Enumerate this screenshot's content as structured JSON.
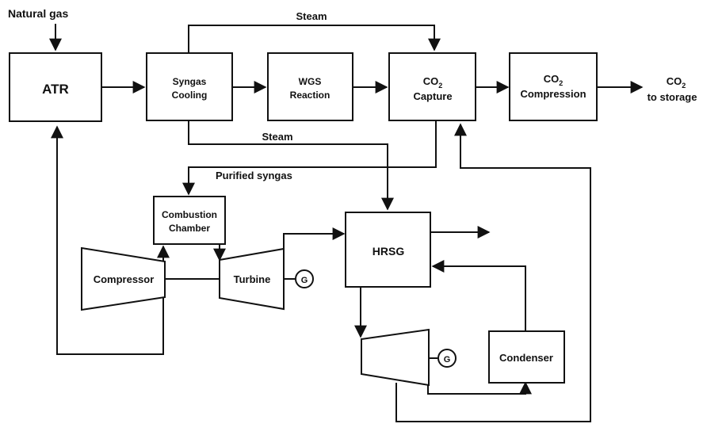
{
  "inputs": {
    "natural_gas": "Natural gas"
  },
  "blocks": {
    "atr": "ATR",
    "syngas_cooling": [
      "Syngas",
      "Cooling"
    ],
    "wgs_reaction": [
      "WGS",
      "Reaction"
    ],
    "co2_capture": {
      "prefix": "CO",
      "sub": "2",
      "line2": "Capture"
    },
    "co2_compression": {
      "prefix": "CO",
      "sub": "2",
      "line2": "Compression"
    },
    "combustion_chamber": [
      "Combustion",
      "Chamber"
    ],
    "hrsg": "HRSG",
    "compressor": "Compressor",
    "turbine": "Turbine",
    "condenser": "Condenser",
    "generator_symbol": "G"
  },
  "flows": {
    "steam_top": "Steam",
    "steam_mid": "Steam",
    "purified_syngas": "Purified syngas",
    "co2_out": {
      "prefix": "CO",
      "sub": "2",
      "line2": "to storage"
    }
  }
}
